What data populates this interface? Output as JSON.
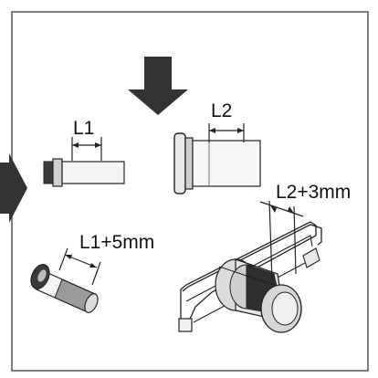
{
  "labels": {
    "l1": "L1",
    "l2": "L2",
    "l1_plus": "L1+5mm",
    "l2_plus": "L2+3mm"
  },
  "icons": {
    "arrow_down": "down-arrow-icon",
    "arrow_right": "right-arrow-icon"
  }
}
